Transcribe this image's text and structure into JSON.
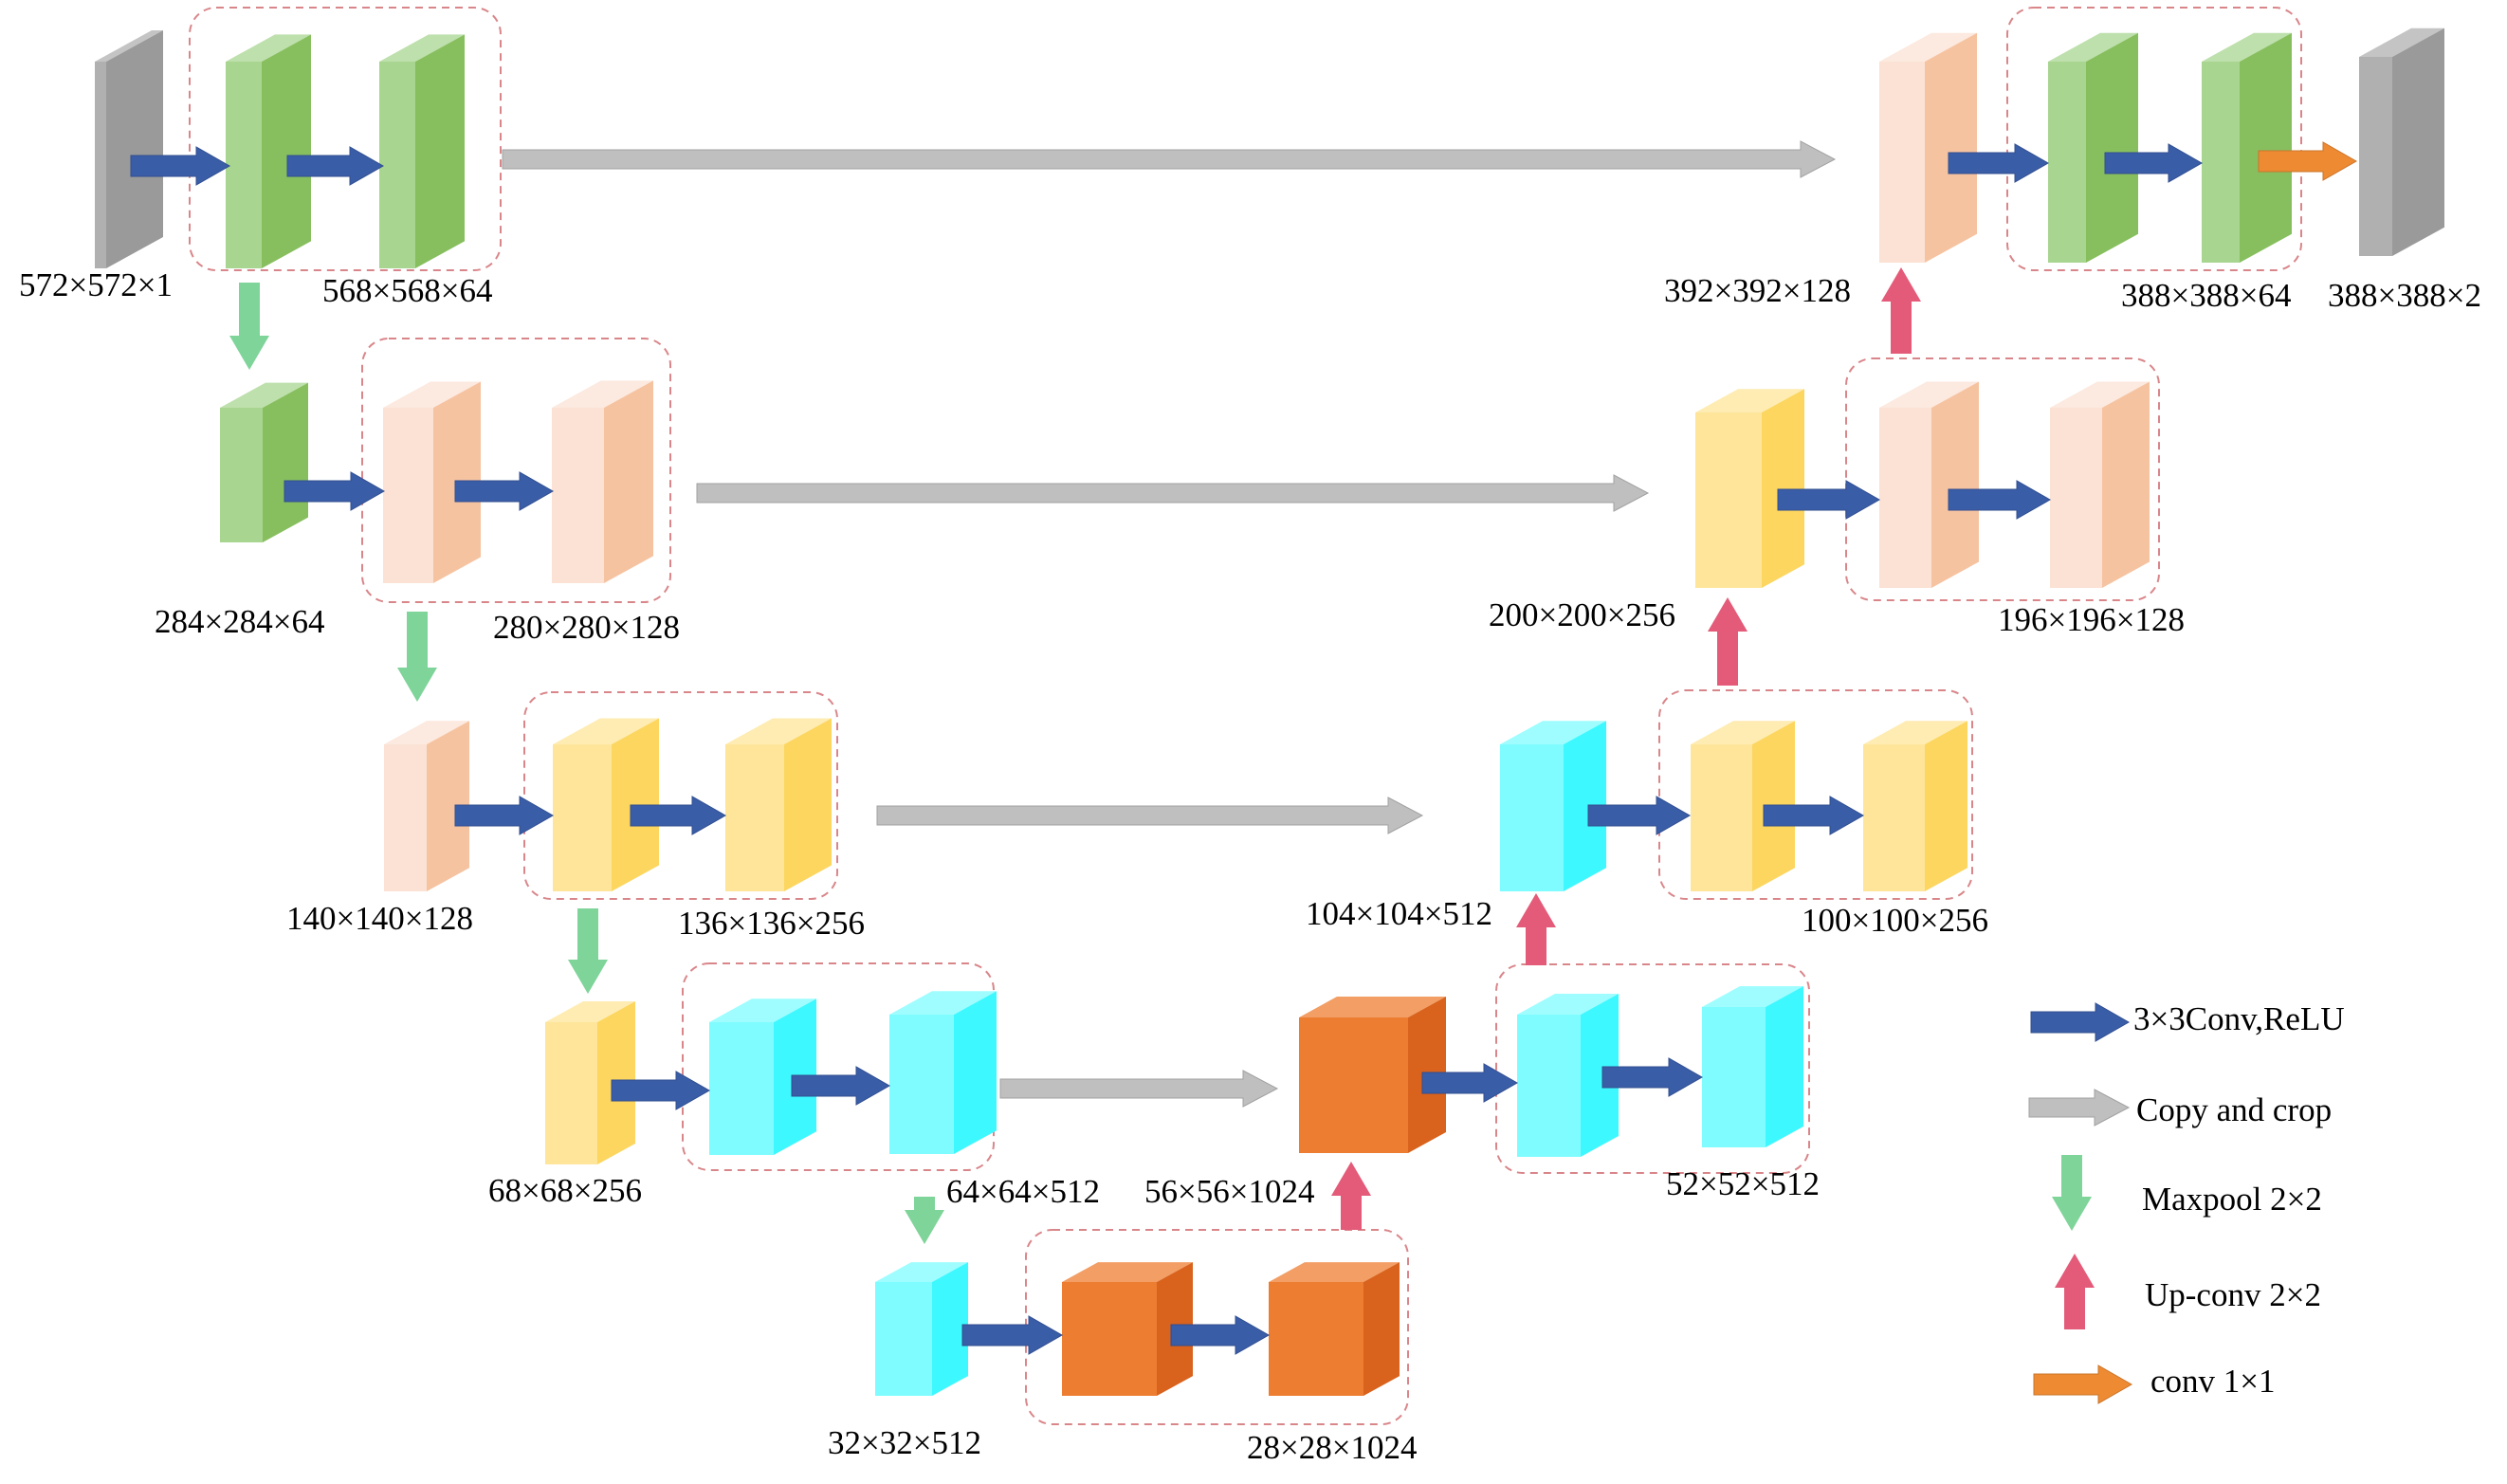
{
  "colors": {
    "conv_arrow": "#3a5da8",
    "copy_arrow": "#bfbfbf",
    "maxpool_arrow": "#7fd49a",
    "upconv_arrow": "#e35b78",
    "conv1x1_arrow": "#ee8a32",
    "group_border": "#d9868a",
    "block_gray": "#b0b0b0",
    "block_green": "#a8d590",
    "block_peach": "#fbe2d4",
    "block_yellow": "#fee59a",
    "block_cyan": "#7ffcff",
    "block_orange": "#ed7d31"
  },
  "labels": {
    "l1_in": "572×572×1",
    "l1_out": "568×568×64",
    "l2_in": "284×284×64",
    "l2_out": "280×280×128",
    "l3_in": "140×140×128",
    "l3_out": "136×136×256",
    "l4_in": "68×68×256",
    "l4_out": "64×64×512",
    "l5_in": "32×32×512",
    "l5_out": "28×28×1024",
    "u4_in": "56×56×1024",
    "u4_out": "52×52×512",
    "u3_in": "104×104×512",
    "u3_out": "100×100×256",
    "u2_in": "200×200×256",
    "u2_out": "196×196×128",
    "u1_in": "392×392×128",
    "u1_out": "388×388×64",
    "final_out": "388×388×2"
  },
  "legend": {
    "conv": "3×3Conv,ReLU",
    "copy": "Copy and crop",
    "maxpool": "Maxpool 2×2",
    "upconv": "Up-conv 2×2",
    "conv1x1": "conv 1×1"
  }
}
